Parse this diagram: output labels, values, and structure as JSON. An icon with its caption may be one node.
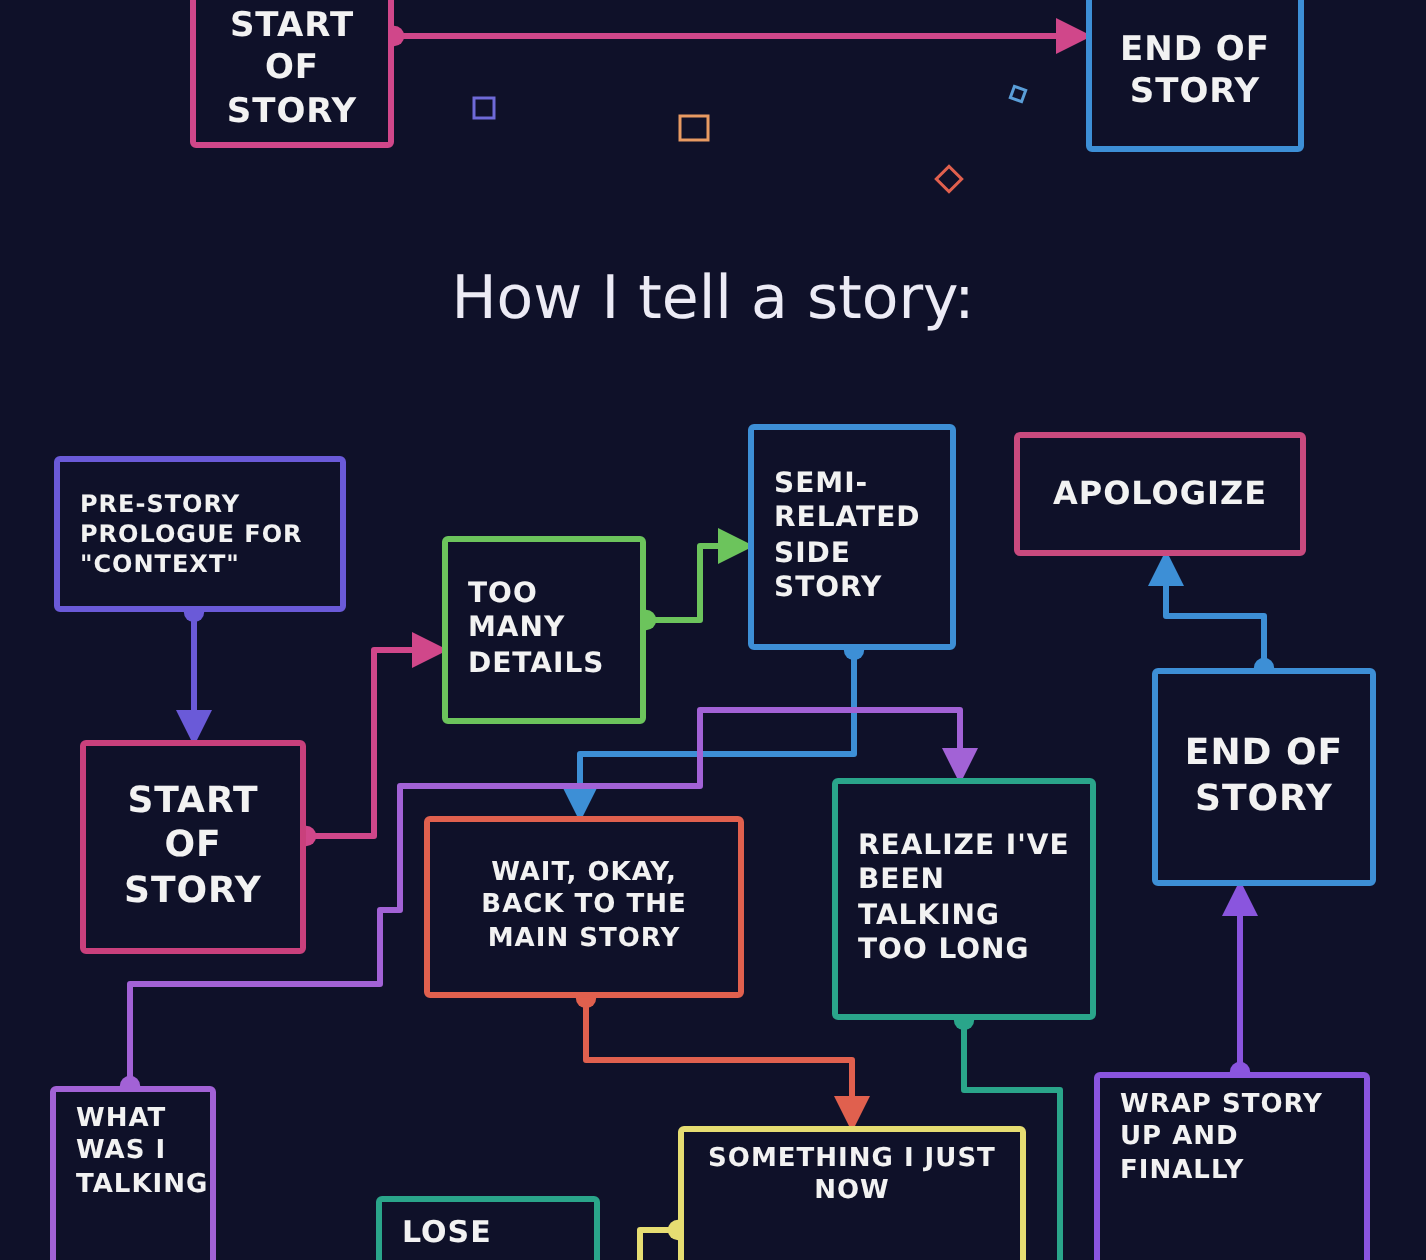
{
  "diagram": {
    "title": "How I tell a story:",
    "nodes": [
      {
        "text": [
          "START OF STORY"
        ]
      },
      {
        "text": [
          "END OF STORY"
        ]
      },
      {
        "text": [
          "PRE-STORY PROLOGUE FOR \"CONTEXT\""
        ]
      },
      {
        "text": [
          "SEMI-RELATED SIDE STORY"
        ]
      },
      {
        "text": [
          "APOLOGIZE"
        ]
      },
      {
        "text": [
          "TOO MANY DETAILS"
        ]
      },
      {
        "text": [
          "END OF STORY"
        ]
      },
      {
        "text": [
          "START OF STORY"
        ]
      },
      {
        "text": [
          "WAIT, OKAY, BACK TO THE MAIN STORY"
        ]
      },
      {
        "text": [
          "REALIZE I'VE BEEN TALKING TOO LONG"
        ]
      },
      {
        "text": [
          "WHAT WAS I TALKING"
        ]
      },
      {
        "text": [
          "LOSE"
        ]
      },
      {
        "text": [
          "SOMETHING I JUST NOW"
        ]
      },
      {
        "text": [
          "WRAP STORY UP AND FINALLY"
        ]
      }
    ],
    "edges": [
      {
        "from": 0,
        "to": 1,
        "arrow": "to",
        "color": "#d0478a"
      },
      {
        "from": 2,
        "to": 7,
        "arrow": "to",
        "color": "#6a5ad8"
      },
      {
        "from": 7,
        "to": 5,
        "arrow": "to",
        "color": "#d0478a"
      },
      {
        "from": 5,
        "to": 3,
        "arrow": "to",
        "color": "#6cc45c"
      },
      {
        "from": 3,
        "to": 8,
        "arrow": "to",
        "color": "#3d8fd6"
      },
      {
        "from": 10,
        "to": 9,
        "arrow": "to",
        "color": "#a262d6"
      },
      {
        "from": 8,
        "to": 12,
        "arrow": "to",
        "color": "#e0604e"
      },
      {
        "from": 9,
        "to": null,
        "arrow": "other",
        "color": "#2aa58a"
      },
      {
        "from": 13,
        "to": 6,
        "arrow": "to",
        "color": "#8a55de"
      },
      {
        "from": 6,
        "to": 4,
        "arrow": "to",
        "color": "#3d8fd6"
      },
      {
        "from": 12,
        "to": null,
        "arrow": "other",
        "color": "#e6dd72"
      }
    ]
  }
}
